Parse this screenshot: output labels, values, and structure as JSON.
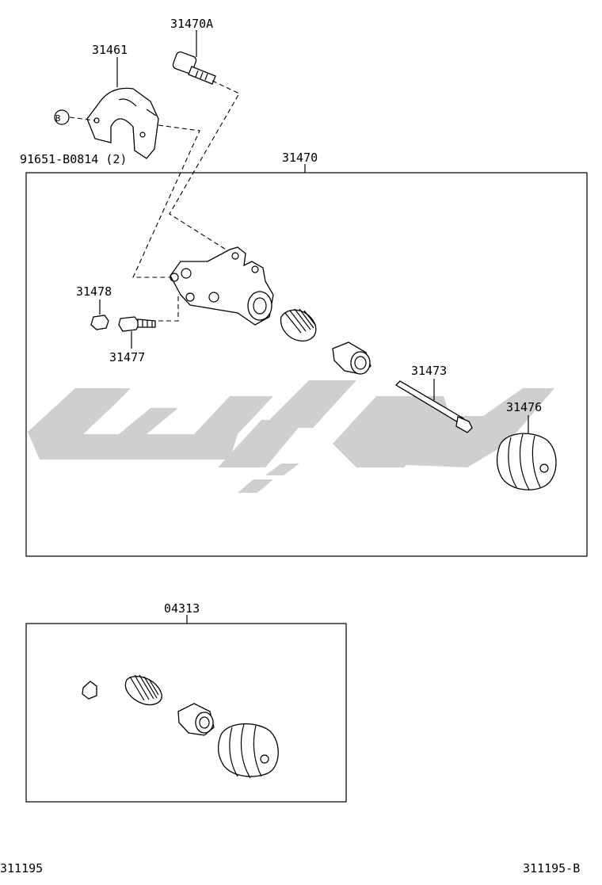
{
  "diagram": {
    "parts": {
      "bolt_top": "31470A",
      "bracket": "31461",
      "bracket_bolt_ref": "B",
      "bracket_bolt": "91651-B0814 (2)",
      "assembly": "31470",
      "bleeder_cap": "31478",
      "bleeder_plug": "31477",
      "push_rod": "31473",
      "boot": "31476",
      "kit": "04313"
    },
    "footer": {
      "left_code": "311195",
      "right_code": "311195-B"
    },
    "watermark_color": "#cfcfcf"
  }
}
